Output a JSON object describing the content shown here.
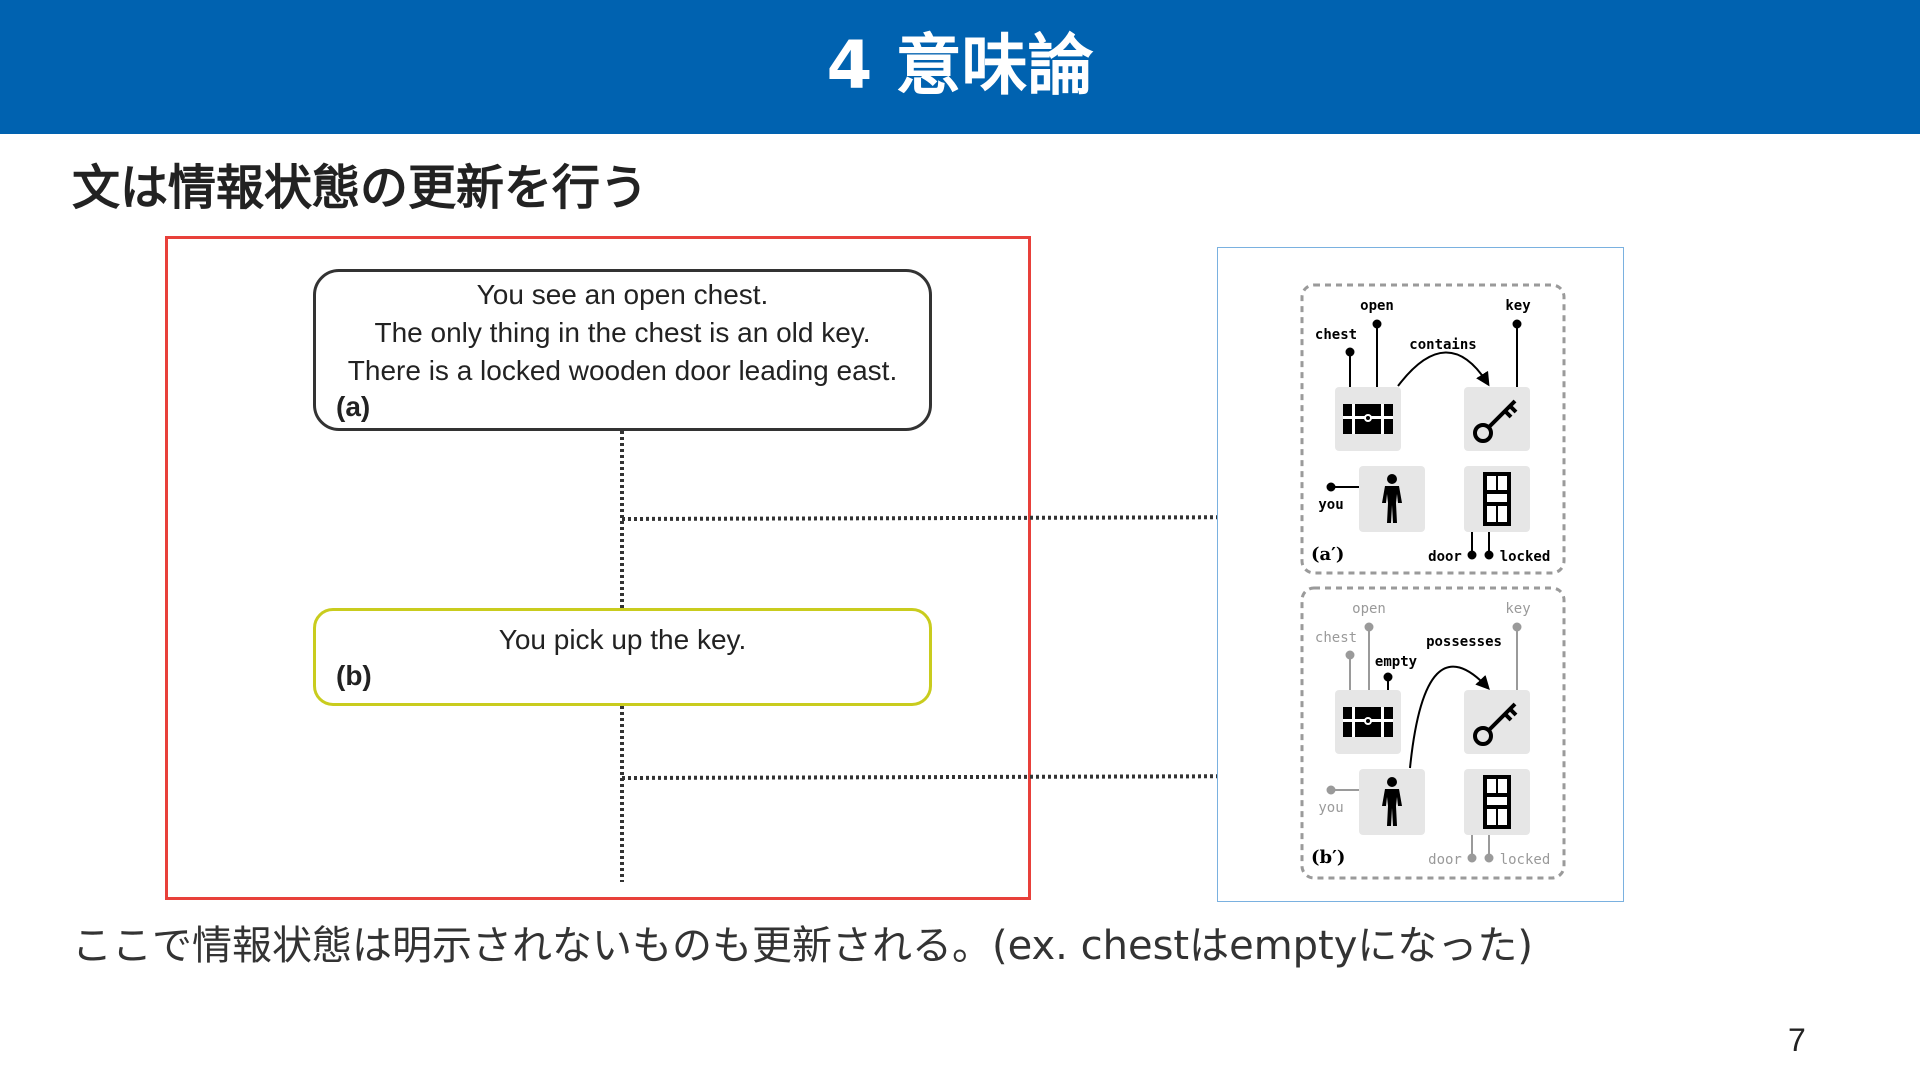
{
  "slide": {
    "title": "4 意味論",
    "subtitle": "文は情報状態の更新を行う",
    "footnote": "ここで情報状態は明示されないものも更新される。(ex. chestはemptyになった)",
    "page_number": "7"
  },
  "text_panel": {
    "box_a": {
      "lines": [
        "You see an open chest.",
        "The only thing in the chest is an old key.",
        "There is a locked wooden door leading east."
      ],
      "tag": "(a)"
    },
    "box_b": {
      "lines": [
        "You pick up the key."
      ],
      "tag": "(b)"
    }
  },
  "graph_a": {
    "label": "(a′)",
    "words": {
      "open": "open",
      "key": "key",
      "chest": "chest",
      "contains": "contains",
      "you": "you",
      "door": "door",
      "locked": "locked"
    }
  },
  "graph_b": {
    "label": "(b′)",
    "words": {
      "open": "open",
      "key": "key",
      "chest": "chest",
      "possesses": "possesses",
      "empty": "empty",
      "you": "you",
      "door": "door",
      "locked": "locked"
    }
  },
  "colors": {
    "header": "#0062b0",
    "red_frame": "#e8403a",
    "box_b_border": "#c9cc1e",
    "figure_frame": "#7ab1e0",
    "faded": "#9a9a9a"
  }
}
